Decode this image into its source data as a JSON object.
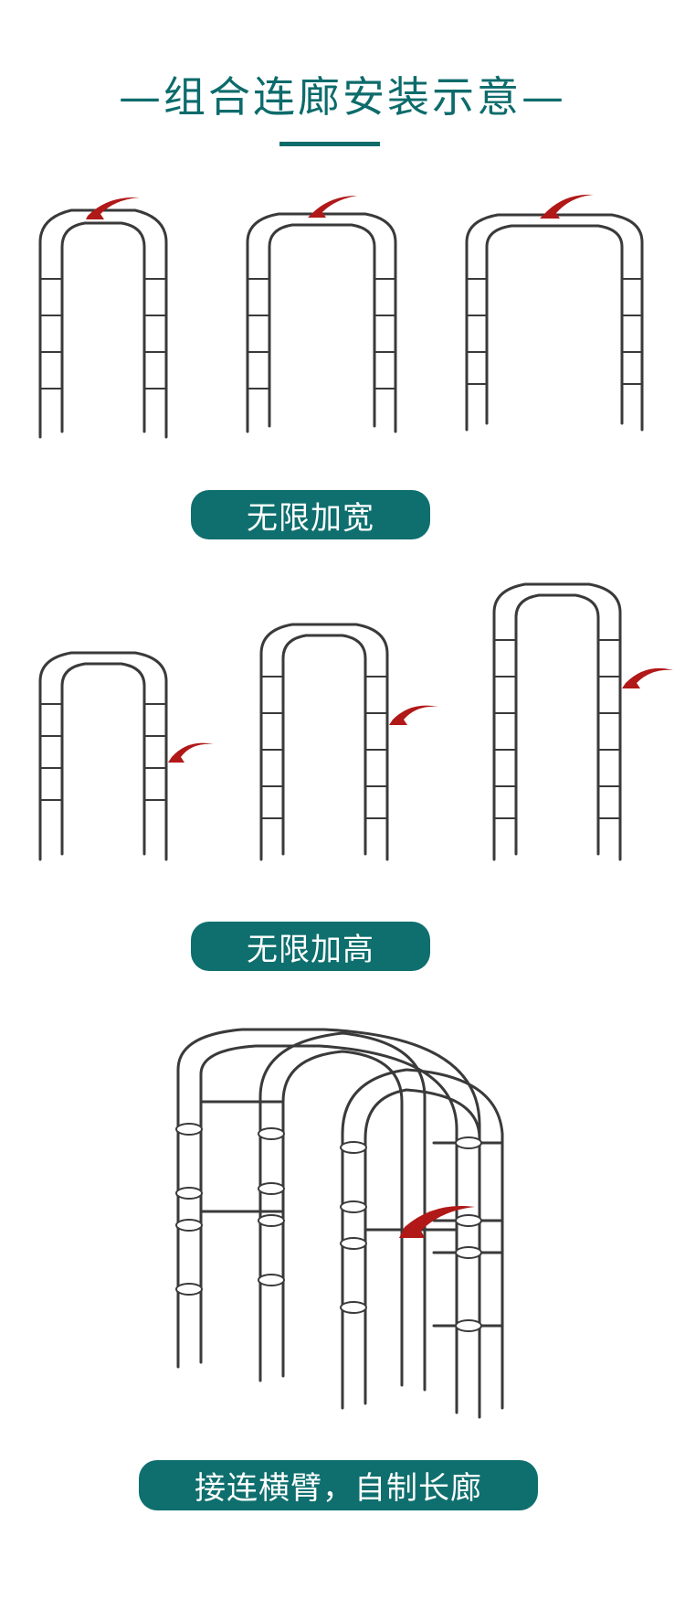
{
  "title": "—组合连廊安装示意—",
  "sections": [
    {
      "label": "无限加宽"
    },
    {
      "label": "无限加高"
    },
    {
      "label": "接连横臂，自制长廊"
    }
  ],
  "colors": {
    "accent": "#0d6b6b",
    "arrow": "#b11818",
    "line": "#3a3a3a"
  },
  "icons": [
    "red-curved-arrow-icon"
  ]
}
